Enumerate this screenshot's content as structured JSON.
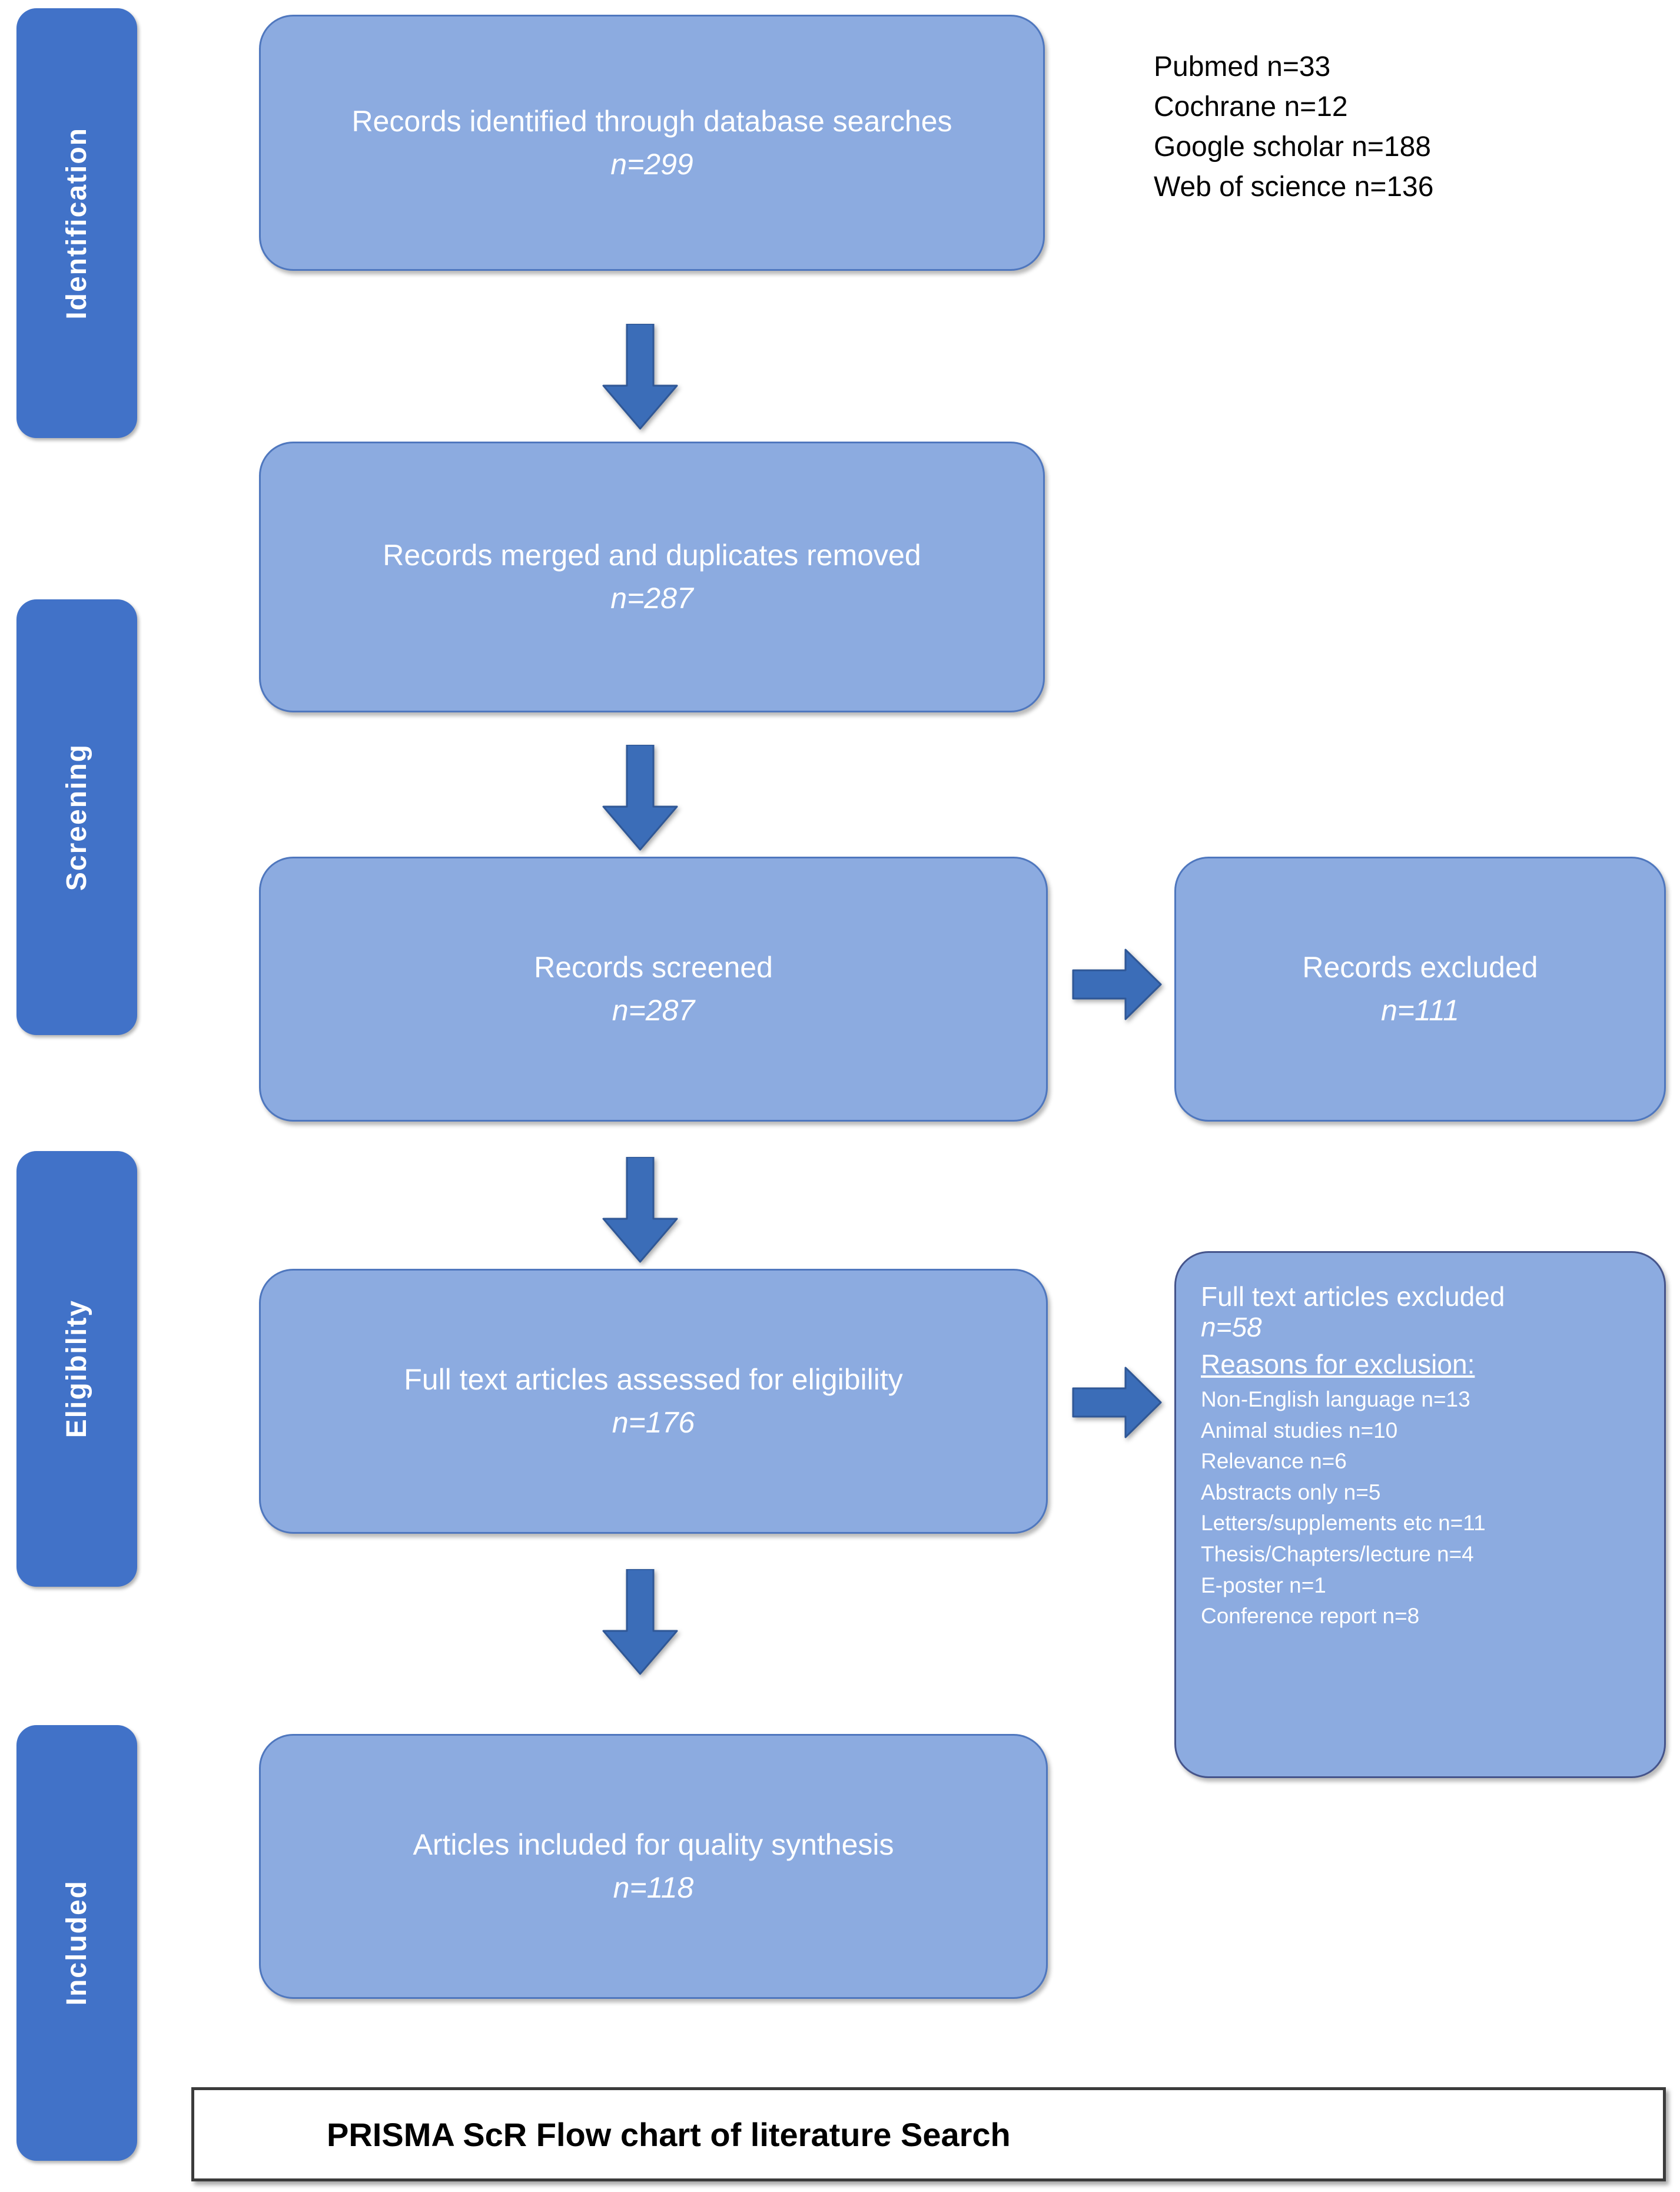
{
  "chart_data": {
    "type": "diagram",
    "title": "PRISMA ScR Flow chart of literature Search",
    "diagram_kind": "prisma-flow",
    "stages": [
      "Identification",
      "Screening",
      "Eligibility",
      "Included"
    ],
    "nodes": [
      {
        "id": "identified",
        "label": "Records identified through database searches",
        "n": 299
      },
      {
        "id": "merged",
        "label": "Records merged and duplicates removed",
        "n": 287
      },
      {
        "id": "screened",
        "label": "Records screened",
        "n": 287
      },
      {
        "id": "records_excluded",
        "label": "Records excluded",
        "n": 111
      },
      {
        "id": "fulltext_assessed",
        "label": "Full text articles assessed for eligibility",
        "n": 176
      },
      {
        "id": "fulltext_excluded",
        "label": "Full text articles excluded",
        "n": 58
      },
      {
        "id": "included",
        "label": "Articles included for quality synthesis",
        "n": 118
      }
    ],
    "sources": [
      {
        "name": "Pubmed",
        "n": 33
      },
      {
        "name": "Cochrane",
        "n": 12
      },
      {
        "name": "Google scholar",
        "n": 188
      },
      {
        "name": "Web of science",
        "n": 136
      }
    ],
    "exclusion_reasons": [
      {
        "reason": "Non-English language",
        "n": 13
      },
      {
        "reason": "Animal studies",
        "n": 10
      },
      {
        "reason": "Relevance",
        "n": 6
      },
      {
        "reason": "Abstracts only",
        "n": 5
      },
      {
        "reason": "Letters/supplements etc",
        "n": 11
      },
      {
        "reason": "Thesis/Chapters/lecture",
        "n": 4
      },
      {
        "reason": "E-poster",
        "n": 1
      },
      {
        "reason": "Conference report",
        "n": 8
      }
    ]
  },
  "stages": {
    "identification": "Identification",
    "screening": "Screening",
    "eligibility": "Eligibility",
    "included": "Included"
  },
  "boxes": {
    "identified": {
      "text": "Records identified through database searches",
      "count": "n=299"
    },
    "merged": {
      "text": "Records merged and duplicates removed",
      "count": "n=287"
    },
    "screened": {
      "text": "Records screened",
      "count": "n=287"
    },
    "records_excluded": {
      "text": "Records excluded",
      "count": "n=111"
    },
    "fulltext": {
      "text": "Full text articles assessed for eligibility",
      "count": "n=176"
    },
    "included": {
      "text": "Articles included for quality synthesis",
      "count": "n=118"
    }
  },
  "sources_block": {
    "line1": "Pubmed n=33",
    "line2": "Cochrane n=12",
    "line3": "Google scholar n=188",
    "line4": "Web of science n=136"
  },
  "exclusion_box": {
    "title": "Full text articles excluded",
    "count": "n=58",
    "subtitle": "Reasons for exclusion:",
    "reasons": [
      "Non-English language n=13",
      "Animal studies n=10",
      "Relevance n=6",
      "Abstracts only n=5",
      "Letters/supplements etc n=11",
      "Thesis/Chapters/lecture n=4",
      "E-poster n=1",
      "Conference report n=8"
    ]
  },
  "caption": {
    "text": "PRISMA ScR Flow chart of literature Search"
  },
  "colors": {
    "stage_ribbon": "#4172C8",
    "box_fill": "#8CABE0",
    "box_border": "#4F77BE",
    "arrow": "#3B6DB8",
    "box_text": "#FFFFFF",
    "page_text": "#000000",
    "background": "#FFFFFF"
  }
}
